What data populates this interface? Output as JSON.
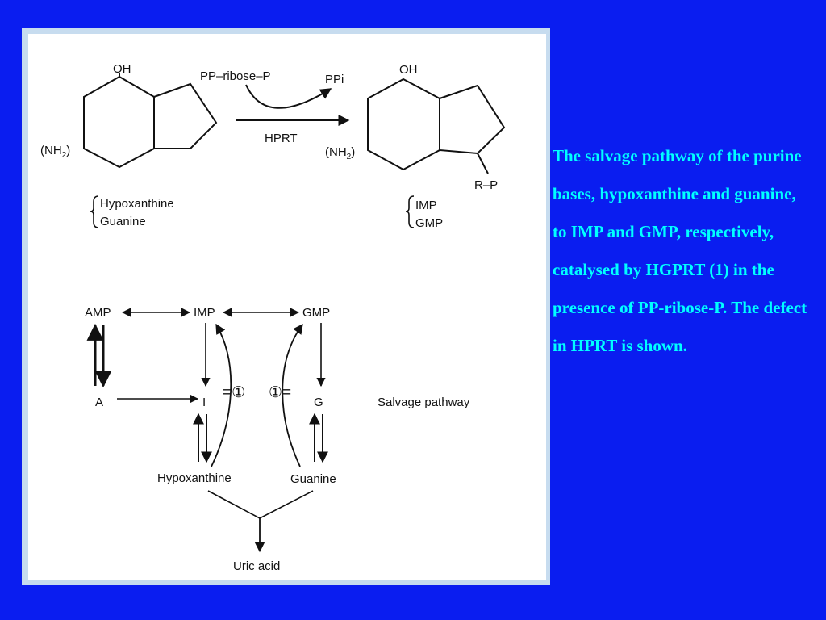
{
  "structure": {
    "oh_left": "OH",
    "nh2_left_prefix": "(NH",
    "nh2_left_sub": "2",
    "nh2_left_suffix": ")",
    "reagent": "PP–ribose–P",
    "byproduct": "PPi",
    "enzyme": "HPRT",
    "oh_right": "OH",
    "nh2_right_prefix": "(NH",
    "nh2_right_sub": "2",
    "nh2_right_suffix": ")",
    "substituent": "R–P",
    "substrates": [
      "Hypoxanthine",
      "Guanine"
    ],
    "products": [
      "IMP",
      "GMP"
    ]
  },
  "pathway": {
    "amp": "AMP",
    "imp": "IMP",
    "gmp": "GMP",
    "a": "A",
    "i": "I",
    "g": "G",
    "block_left": "=①",
    "block_right": "①=",
    "hypoxanthine": "Hypoxanthine",
    "guanine": "Guanine",
    "uric_acid": "Uric acid",
    "title": "Salvage pathway"
  },
  "caption": "The salvage pathway of the purine bases, hypoxanthine and guanine, to IMP and GMP, respectively, catalysed by HGPRT (1) in the presence of PP-ribose-P. The defect in HPRT is shown."
}
